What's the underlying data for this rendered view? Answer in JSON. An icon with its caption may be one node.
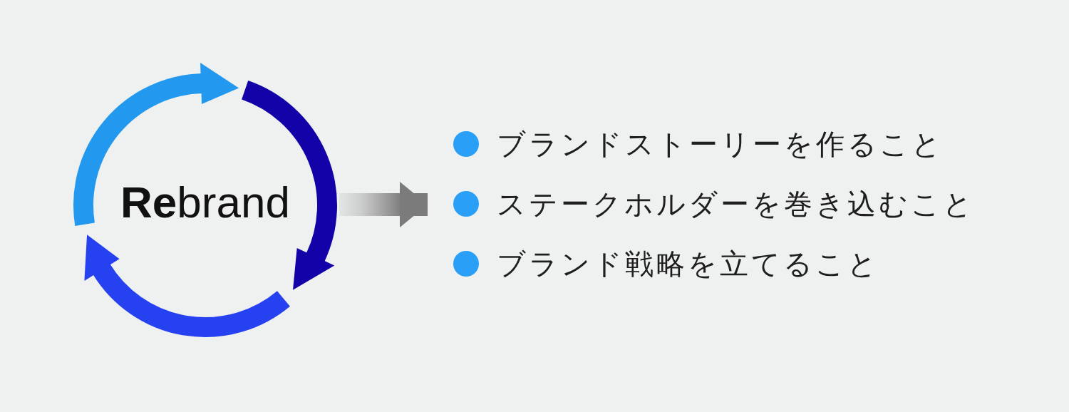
{
  "diagram": {
    "nodes": [
      {
        "text": [
          "**Re**brand"
        ]
      },
      {
        "text": [
          "ブランドストーリーを作ること",
          "ステークホルダーを巻き込むこと",
          "ブランド戦略を立てること"
        ]
      }
    ],
    "edges": [
      {
        "from": 0,
        "to": 1,
        "arrow": "to"
      }
    ]
  }
}
